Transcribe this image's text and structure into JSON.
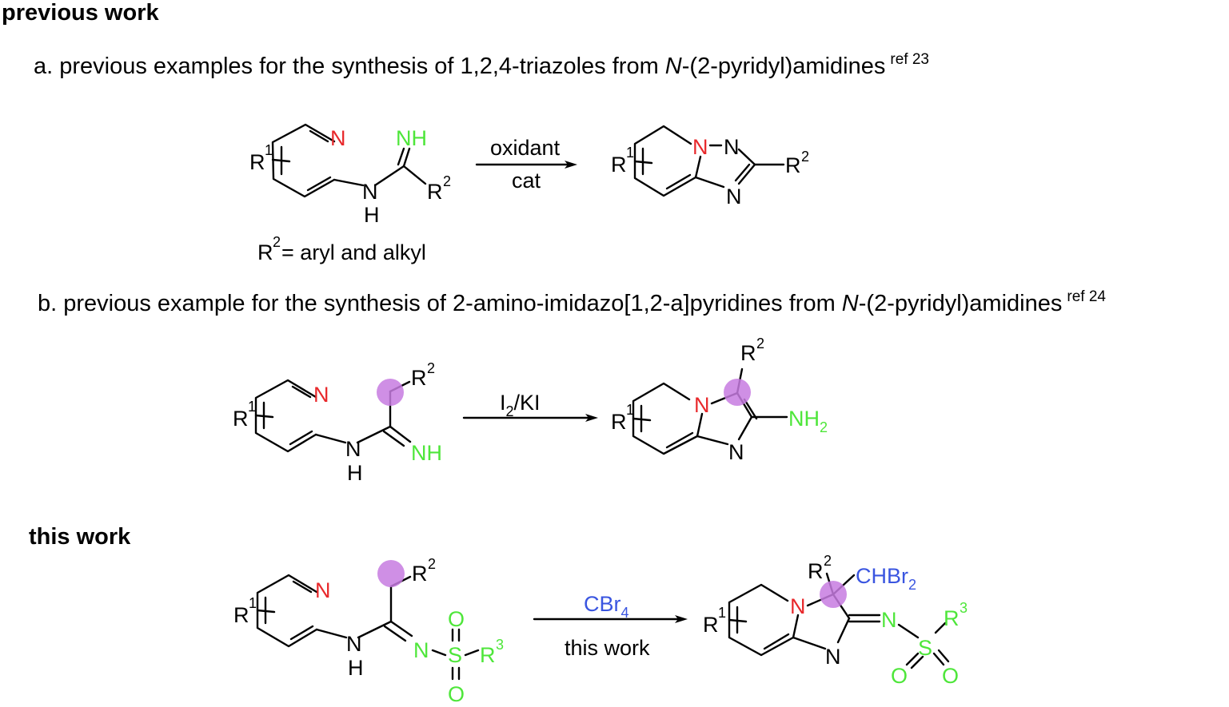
{
  "headings": {
    "previous": "previous work",
    "this": "this work"
  },
  "caption_a": {
    "text_pre": "a. previous examples for the synthesis of 1,2,4-triazoles from ",
    "italic": "N",
    "text_post": "-(2-pyridyl)amidines",
    "ref": "ref 23"
  },
  "caption_b": {
    "text_pre": "b. previous example for the synthesis of 2-amino-imidazo[1,2-a]pyridines from ",
    "italic": "N",
    "text_post": "-(2-pyridyl)amidines",
    "ref": "ref 24"
  },
  "scheme_a": {
    "reagent_top": "oxidant",
    "reagent_bottom": "cat",
    "note": "= aryl and alkyl"
  },
  "scheme_b": {
    "reagent": "I",
    "reagent_sub": "2",
    "reagent_rest": "/KI"
  },
  "scheme_c": {
    "reagent": "CBr",
    "reagent_sub": "4",
    "condition": "this work",
    "group": "CHBr",
    "group_sub": "2"
  },
  "atoms": {
    "R": "R",
    "N": "N",
    "H": "H",
    "NH": "NH",
    "NH2": "NH",
    "S": "S",
    "O": "O",
    "sub2": "2",
    "one": "1",
    "two": "2",
    "three": "3"
  },
  "colors": {
    "nitrogen": "#e8282b",
    "amine": "#4ee63a",
    "bromo": "#3a55e0",
    "marker": "#c77be0"
  }
}
